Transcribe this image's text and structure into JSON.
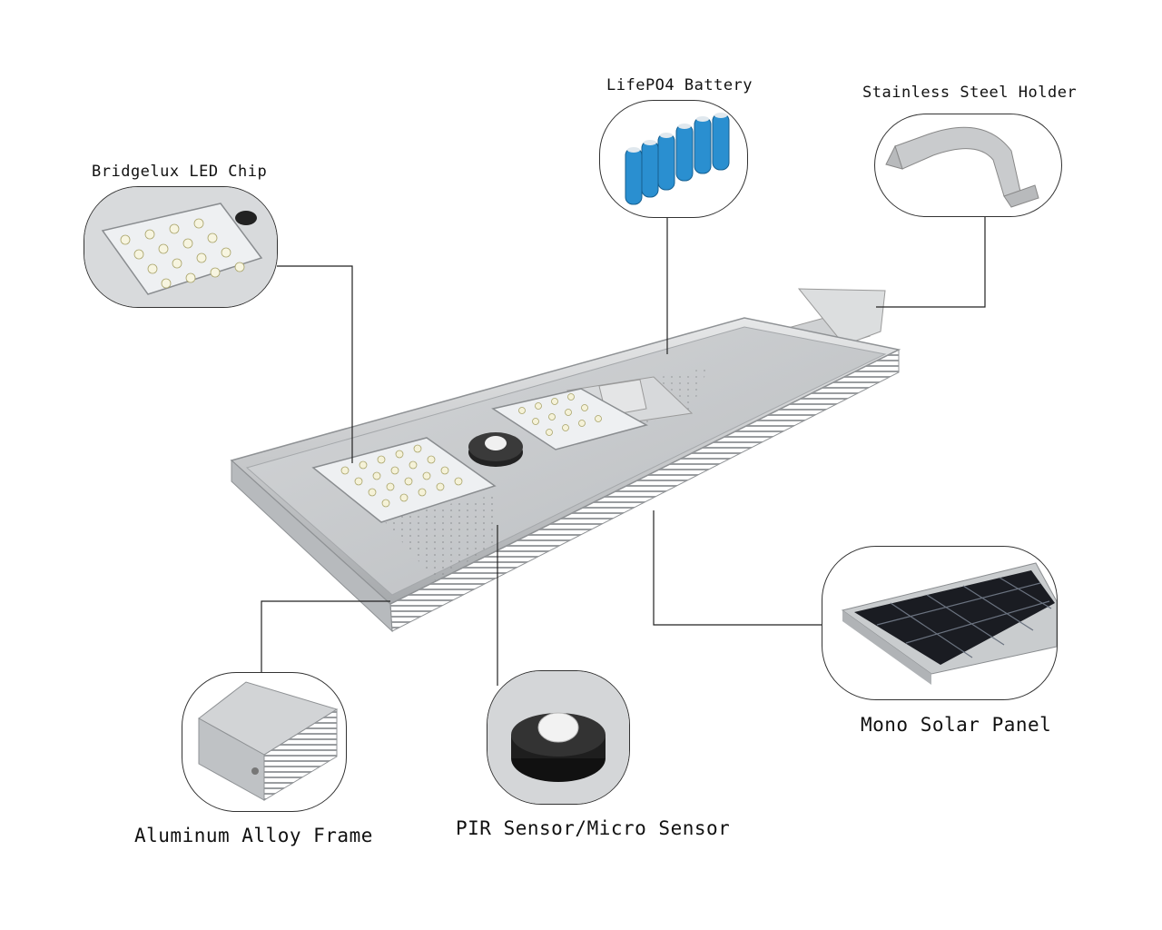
{
  "labels": {
    "battery": "LifePO4 Battery",
    "holder": "Stainless Steel Holder",
    "led_chip": "Bridgelux LED Chip",
    "solar_panel": "Mono Solar Panel",
    "frame": "Aluminum Alloy Frame",
    "sensor": "PIR Sensor/Micro Sensor"
  },
  "colors": {
    "frame_gray": "#c9ccce",
    "panel_black": "#1a1c22",
    "battery_blue": "#2a8fd0",
    "leader_line": "#222222"
  }
}
